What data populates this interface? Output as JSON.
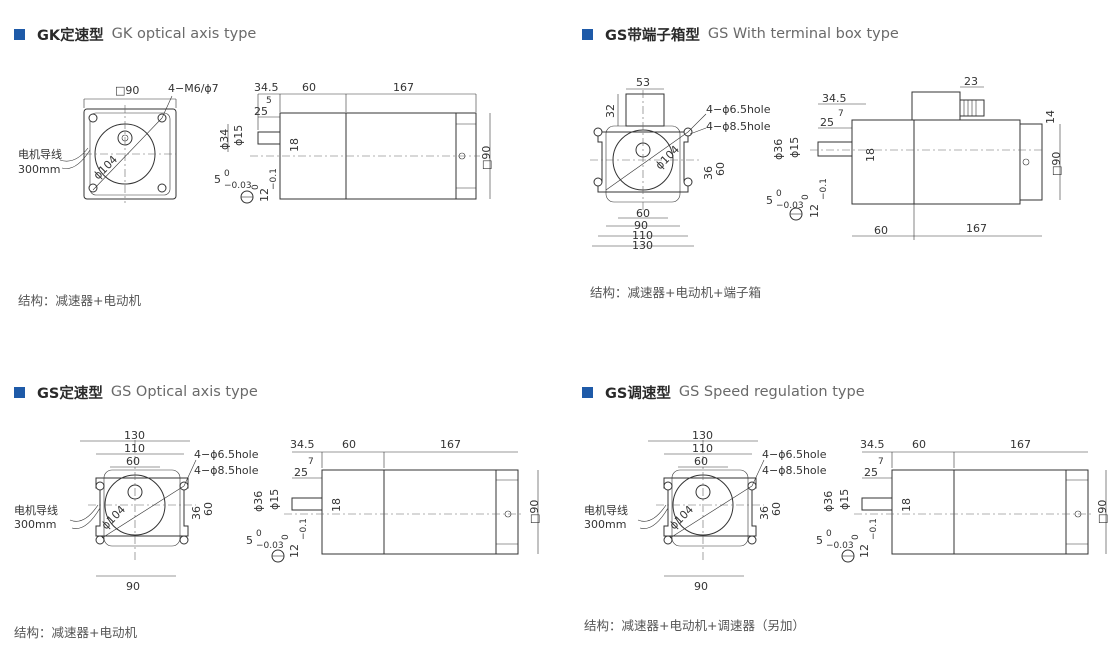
{
  "colors": {
    "accent": "#1e5aa8",
    "line": "#333333"
  },
  "panels": [
    {
      "title_cn": "GK定速型",
      "title_en": "GK optical axis type",
      "structure": "结构：减速器+电动机",
      "labels": {
        "wire": "电机导线",
        "wire_len": "300mm",
        "flange": "□90",
        "bolt": "4−M6/ϕ7",
        "pcd": "ϕ104",
        "d1": "34.5",
        "d2": "60",
        "d3": "167",
        "d4": "25",
        "d5": "5",
        "shaft_d": "ϕ34",
        "shaft_d2": "ϕ15",
        "key": "18",
        "square": "□90",
        "key_w": "5",
        "key_tol": "−0.03",
        "key_h": "12",
        "key_h_tol": "−0.1",
        "zero": "0"
      }
    },
    {
      "title_cn": "GS带端子箱型",
      "title_en": "GS With terminal box type",
      "structure": "结构：减速器+电动机+端子箱",
      "labels": {
        "box_w": "53",
        "box_h": "32",
        "hole1": "4−ϕ6.5hole",
        "hole2": "4−ϕ8.5hole",
        "pcd": "ϕ104",
        "d36": "36",
        "d60": "60",
        "w60": "60",
        "w90": "90",
        "w110": "110",
        "w130": "130",
        "d1": "34.5",
        "d4": "25",
        "d7": "7",
        "d23": "23",
        "d14": "14",
        "shaft_d": "ϕ36",
        "shaft_d2": "ϕ15",
        "key": "18",
        "square": "□90",
        "len60": "60",
        "len167": "167",
        "key_w": "5",
        "key_tol": "−0.03",
        "key_h": "12",
        "key_h_tol": "−0.1",
        "zero": "0"
      }
    },
    {
      "title_cn": "GS定速型",
      "title_en": "GS Optical axis type",
      "structure": "结构：减速器+电动机",
      "labels": {
        "wire": "电机导线",
        "wire_len": "300mm",
        "w130": "130",
        "w110": "110",
        "w60": "60",
        "w90": "90",
        "hole1": "4−ϕ6.5hole",
        "hole2": "4−ϕ8.5hole",
        "pcd": "ϕ104",
        "d36": "36",
        "d60": "60",
        "d1": "34.5",
        "d2": "60",
        "d3": "167",
        "d4": "25",
        "d7": "7",
        "shaft_d": "ϕ36",
        "shaft_d2": "ϕ15",
        "key": "18",
        "square": "□90",
        "key_w": "5",
        "key_tol": "−0.03",
        "key_h": "12",
        "key_h_tol": "−0.1",
        "zero": "0"
      }
    },
    {
      "title_cn": "GS调速型",
      "title_en": "GS Speed regulation type",
      "structure": "结构：减速器+电动机+调速器（另加）",
      "labels": {
        "wire": "电机导线",
        "wire_len": "300mm",
        "w130": "130",
        "w110": "110",
        "w60": "60",
        "w90": "90",
        "hole1": "4−ϕ6.5hole",
        "hole2": "4−ϕ8.5hole",
        "pcd": "ϕ104",
        "d36": "36",
        "d60": "60",
        "d1": "34.5",
        "d2": "60",
        "d3": "167",
        "d4": "25",
        "d7": "7",
        "shaft_d": "ϕ36",
        "shaft_d2": "ϕ15",
        "key": "18",
        "square": "□90",
        "key_w": "5",
        "key_tol": "−0.03",
        "key_h": "12",
        "key_h_tol": "−0.1",
        "zero": "0"
      }
    }
  ]
}
